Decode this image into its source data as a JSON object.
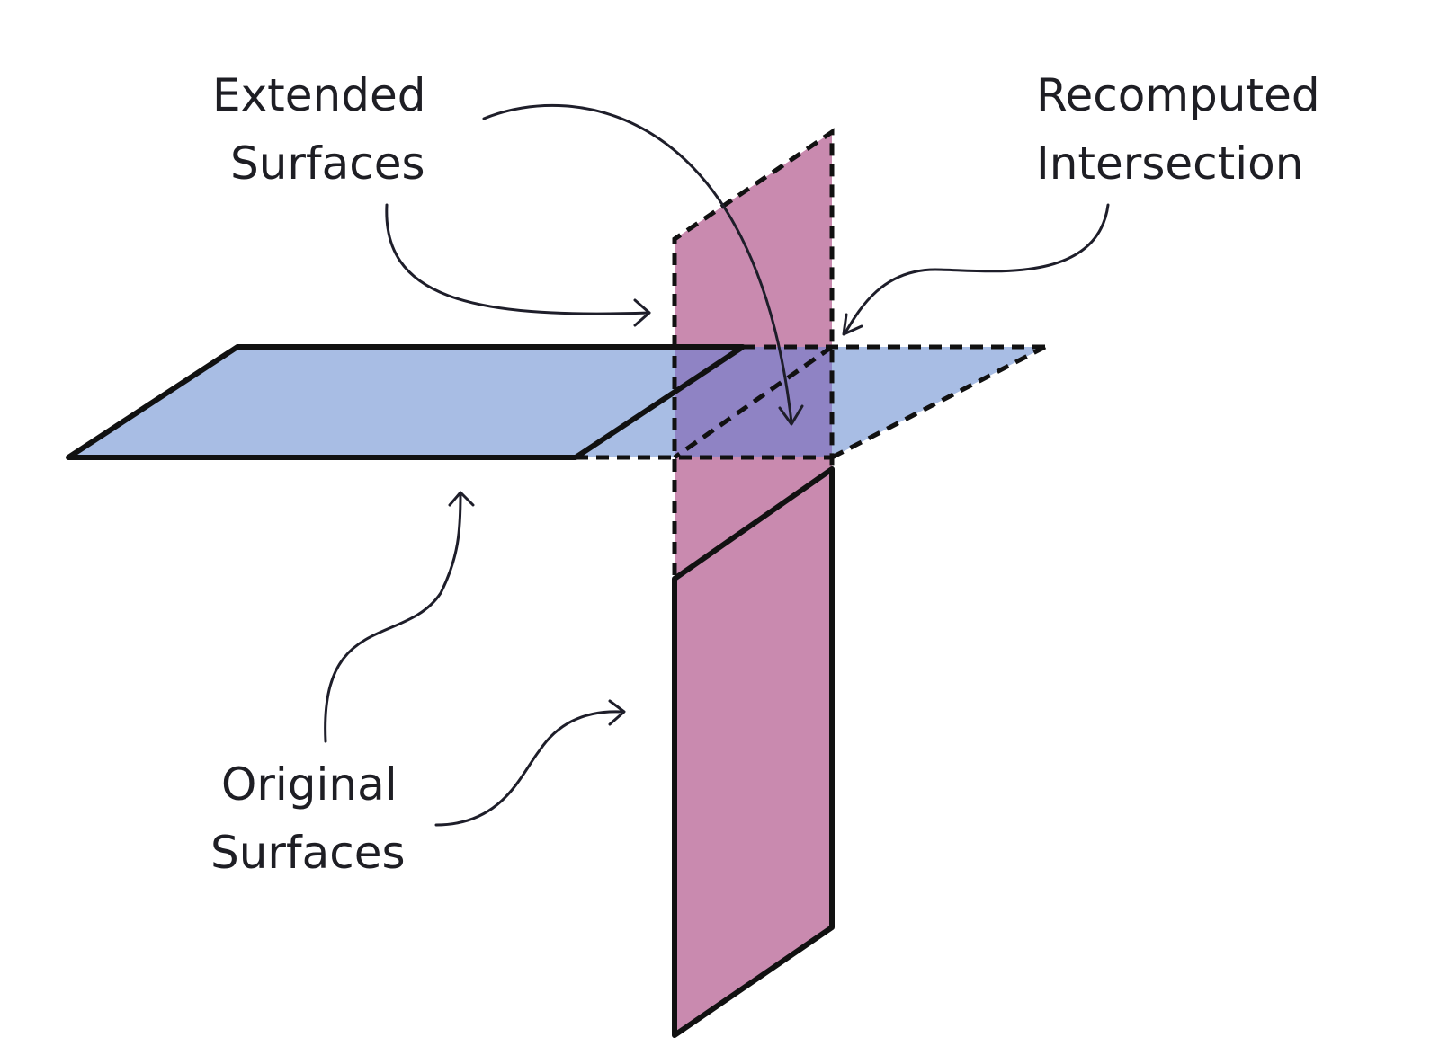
{
  "labels": {
    "extended_line1": "Extended",
    "extended_line2": "Surfaces",
    "recomputed_line1": "Recomputed",
    "recomputed_line2": "Intersection",
    "original_line1": "Original",
    "original_line2": "Surfaces"
  },
  "colors": {
    "horizontal_surface": "#a8bde4",
    "vertical_surface": "#c98aaf",
    "overlap": "#8f83c4",
    "outline": "#111111",
    "text": "#1e1e24"
  }
}
